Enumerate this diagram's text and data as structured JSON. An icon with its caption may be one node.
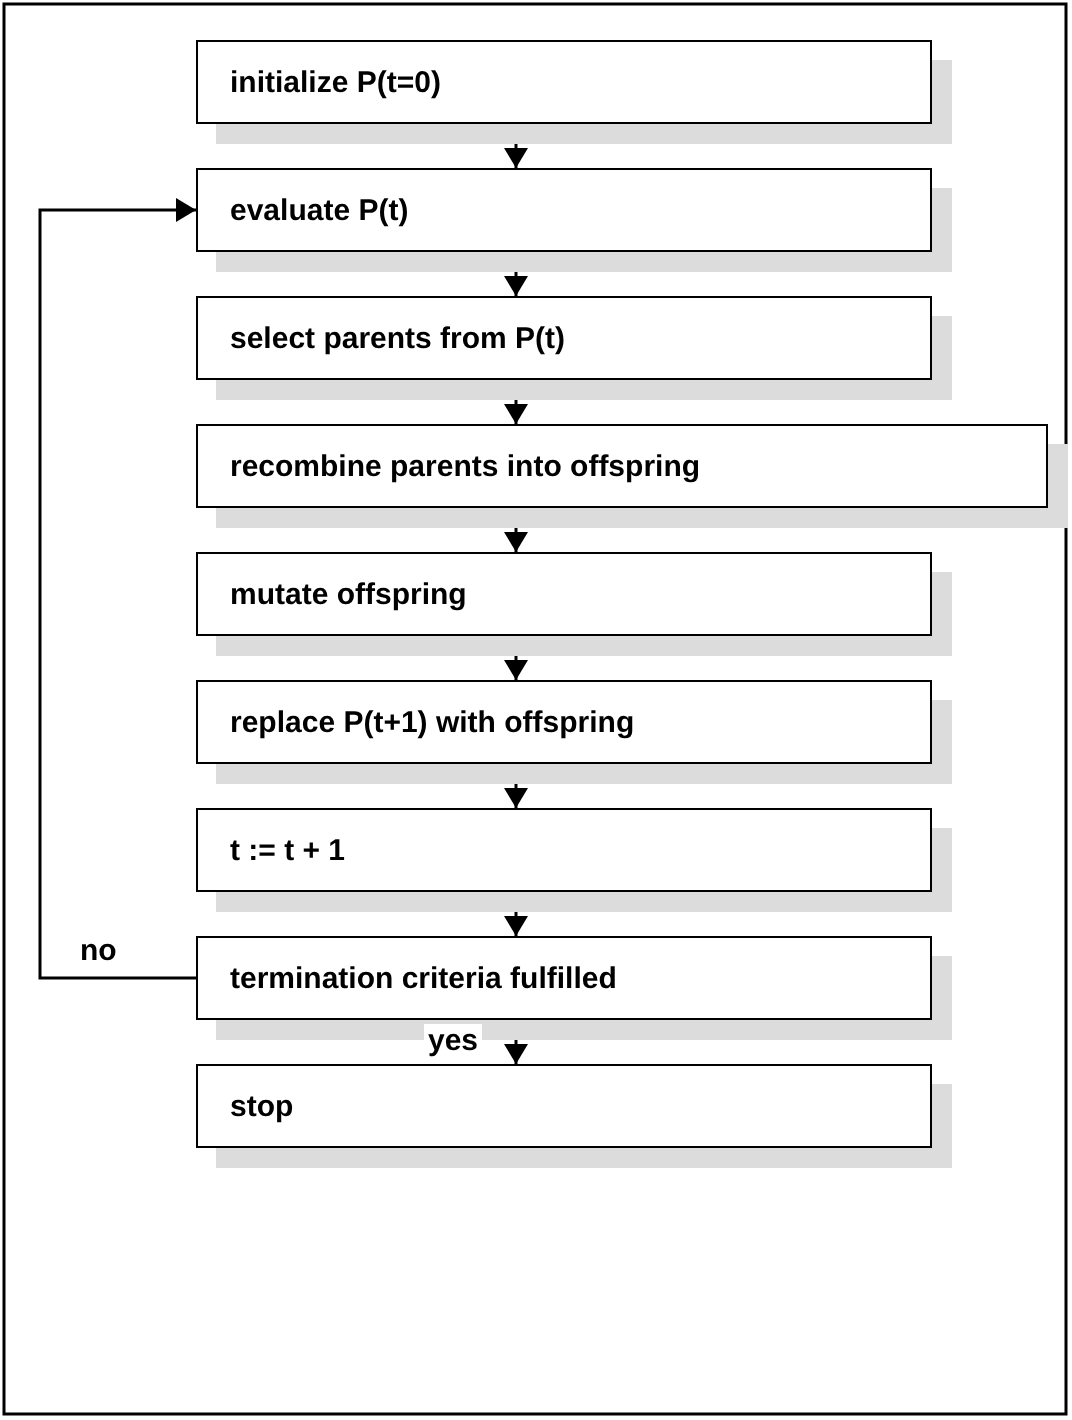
{
  "diagram": {
    "nodes": [
      {
        "text": [
          "initialize P(t=0)"
        ]
      },
      {
        "text": [
          "evaluate P(t)"
        ]
      },
      {
        "text": [
          "select parents from P(t)"
        ]
      },
      {
        "text": [
          "recombine parents into offspring"
        ]
      },
      {
        "text": [
          "mutate offspring"
        ]
      },
      {
        "text": [
          "replace P(t+1) with offspring"
        ]
      },
      {
        "text": [
          "t := t + 1"
        ]
      },
      {
        "text": [
          "termination criteria fulfilled"
        ]
      },
      {
        "text": [
          "stop"
        ]
      }
    ],
    "edges": [
      {
        "from": 0,
        "to": 1,
        "arrow": "to"
      },
      {
        "from": 1,
        "to": 2,
        "arrow": "to"
      },
      {
        "from": 2,
        "to": 3,
        "arrow": "to"
      },
      {
        "from": 3,
        "to": 4,
        "arrow": "to"
      },
      {
        "from": 4,
        "to": 5,
        "arrow": "to"
      },
      {
        "from": 5,
        "to": 6,
        "arrow": "to"
      },
      {
        "from": 6,
        "to": 7,
        "arrow": "to"
      },
      {
        "from": 7,
        "to": 8,
        "arrow": "to",
        "label": "yes"
      },
      {
        "from": 7,
        "to": 1,
        "arrow": "to",
        "label": "no"
      }
    ]
  }
}
